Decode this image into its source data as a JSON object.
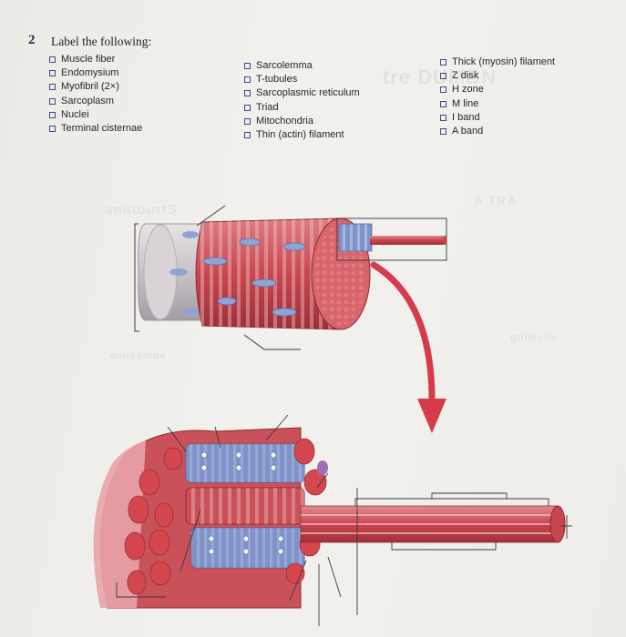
{
  "question": {
    "number": "2",
    "title": "Label the following:"
  },
  "label_columns": [
    [
      "Muscle fiber",
      "Endomysium",
      "Myofibril (2×)",
      "Sarcoplasm",
      "Nuclei",
      "Terminal cisternae"
    ],
    [
      "Sarcolemma",
      "T-tubules",
      "Sarcoplasmic reticulum",
      "Triad",
      "Mitochondria",
      "Thin (actin) filament"
    ],
    [
      "Thick (myosin) filament",
      "Z disk",
      "H zone",
      "M line",
      "I band",
      "A band"
    ]
  ],
  "colors": {
    "question_number": "#1d2a52",
    "checkbox_border": "#3c4a8a",
    "muscle_red": "#c9525a",
    "membrane_pink": "#e8a3a8",
    "tubule_blue": "#7f93c8",
    "arrow_red": "#d63b4c",
    "leader_line": "#3a3a3a"
  },
  "figure": {
    "upper_panel": "muscle fiber segment with sarcolemma cut away",
    "lower_panel": "enlarged myofibril with sarcoplasmic reticulum and T-tubules",
    "icons": [
      "checkbox-icon",
      "downward-arrow-icon"
    ]
  }
}
